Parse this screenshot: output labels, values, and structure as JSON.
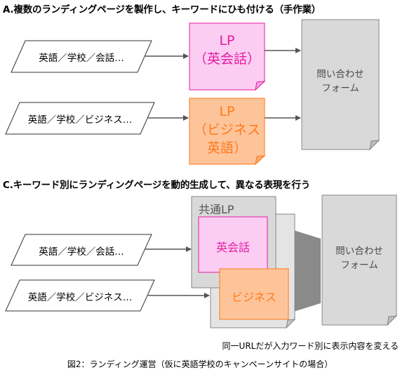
{
  "section_a": {
    "heading": "A.複数のランディングページを製作し、キーワードにひも付ける（手作業）",
    "keyword_1": "英語／学校／会話…",
    "keyword_2": "英語／学校／ビジネス…",
    "lp_1": {
      "line1": "LP",
      "line2": "（英会話）"
    },
    "lp_2": {
      "line1": "LP",
      "line2": "（ビジネス",
      "line3": "英語）"
    },
    "form": {
      "line1": "問い合わせ",
      "line2": "フォーム"
    }
  },
  "section_c": {
    "heading": "C.キーワード別にランディングページを動的生成して、異なる表現を行う",
    "keyword_1": "英語／学校／会話…",
    "keyword_2": "英語／学校／ビジネス…",
    "common_lp_label": "共通LP",
    "variant_1": "英会話",
    "variant_2": "ビジネス",
    "form": {
      "line1": "問い合わせ",
      "line2": "フォーム"
    },
    "note": "同一URLだが入力ワード別に表示内容を変える"
  },
  "caption": "図2：ランディング運営（仮に英語学校のキャンペーンサイトの場合）",
  "colors": {
    "pink_fill": "#fbcdf2",
    "pink_border": "#e61ba3",
    "orange_fill": "#fdc49a",
    "orange_border": "#ff7a1a",
    "gray_fill": "#d9d9d9",
    "gray_border": "#888888",
    "arrow": "#555555"
  }
}
